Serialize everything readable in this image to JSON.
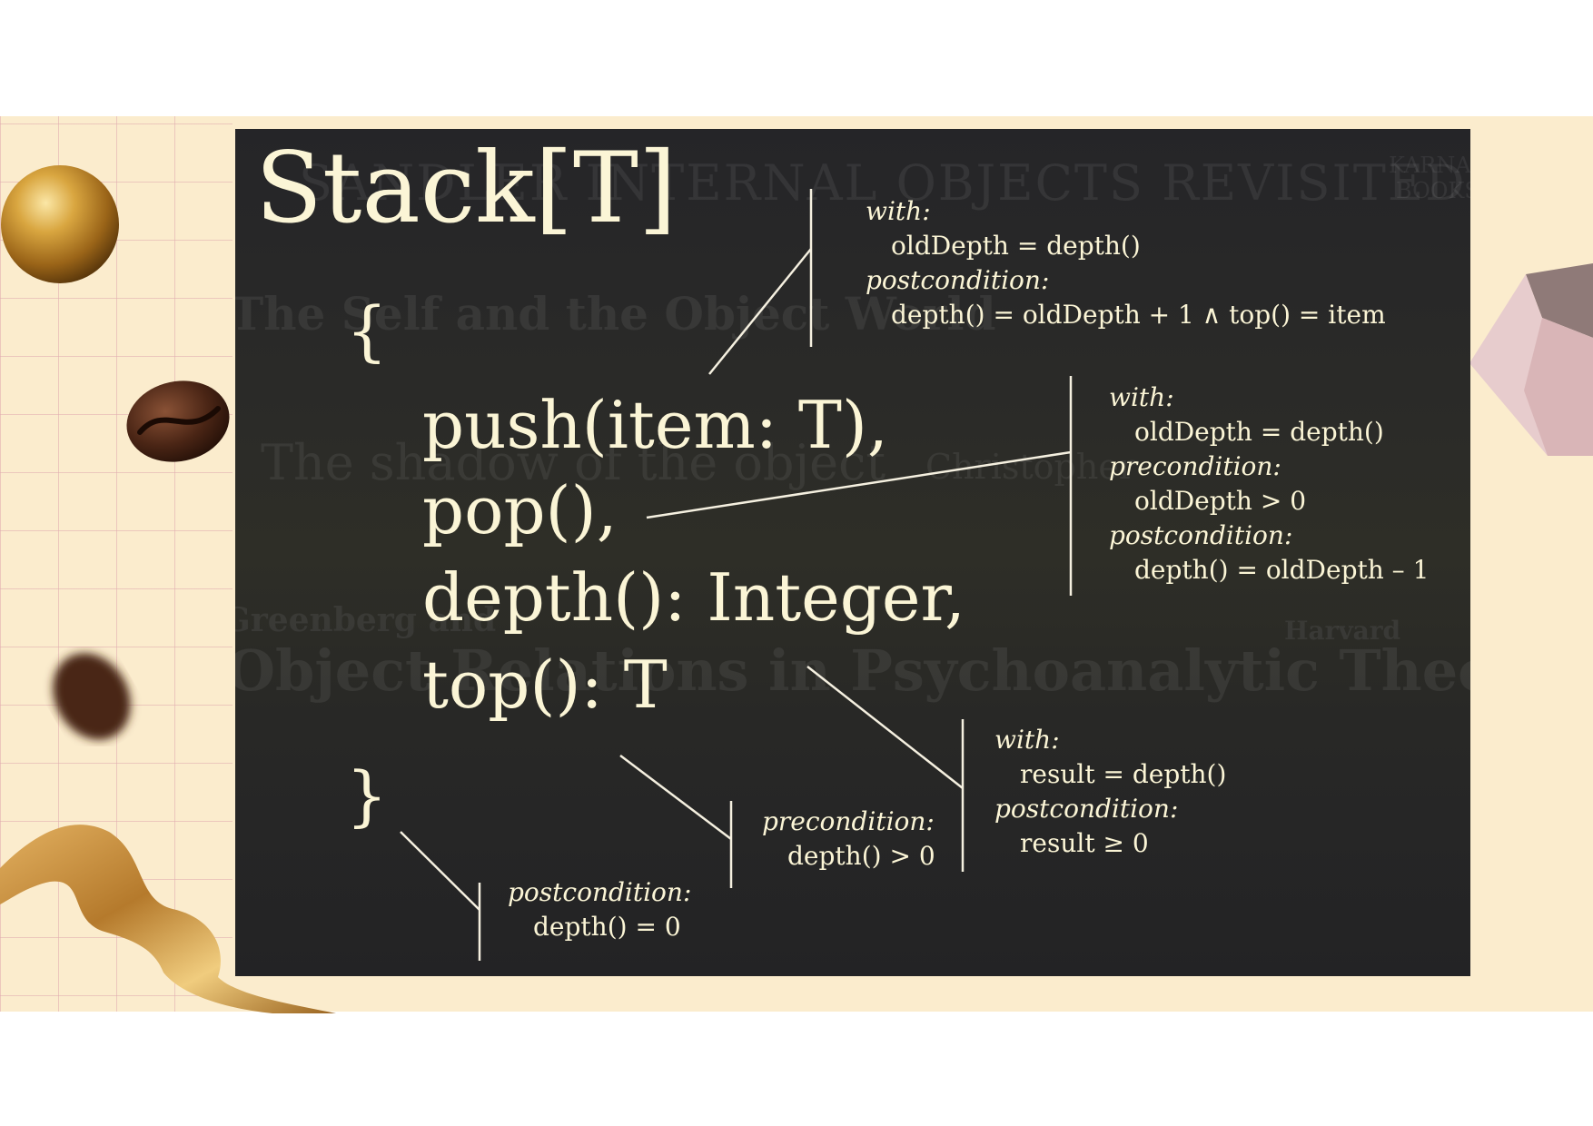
{
  "slide": {
    "title": "Stack[T]",
    "open_brace": "{",
    "close_brace": "}",
    "methods": {
      "push": "push(item: T),",
      "pop": "pop(),",
      "depth": "depth(): Integer,",
      "top": "top(): T"
    },
    "background_book_titles": [
      "SANDLER INTERNAL OBJECTS REVISITED",
      "KARNAC",
      "BOOKS",
      "The Self and the Object World",
      "The shadow of the object",
      "Christopher",
      "Greenberg and",
      "Object Relations in Psychoanalytic Theory",
      "Harvard"
    ],
    "annotations": {
      "push": {
        "with_label": "with:",
        "with_expr": "oldDepth = depth()",
        "post_label": "postcondition:",
        "post_expr": "depth() = oldDepth + 1 ∧ top() = item"
      },
      "pop": {
        "with_label": "with:",
        "with_expr": "oldDepth = depth()",
        "pre_label": "precondition:",
        "pre_expr": "oldDepth > 0",
        "post_label": "postcondition:",
        "post_expr": "depth() = oldDepth – 1"
      },
      "depth": {
        "with_label": "with:",
        "with_expr": "result = depth()",
        "post_label": "postcondition:",
        "post_expr": "result ≥ 0"
      },
      "top": {
        "pre_label": "precondition:",
        "pre_expr": "depth() > 0"
      },
      "constructor": {
        "post_label": "postcondition:",
        "post_expr": "depth() = 0"
      }
    }
  },
  "colors": {
    "page_background": "#fbeccd",
    "grid_lines": "#e0aaaf",
    "slide_background": "#2a2a28",
    "slide_text": "#fbf5d6",
    "gold": "#c9922c"
  },
  "decorations": [
    "gold-sphere",
    "coffee-bean",
    "blurred-coffee-bean",
    "gold-ribbon",
    "pink-cube"
  ]
}
